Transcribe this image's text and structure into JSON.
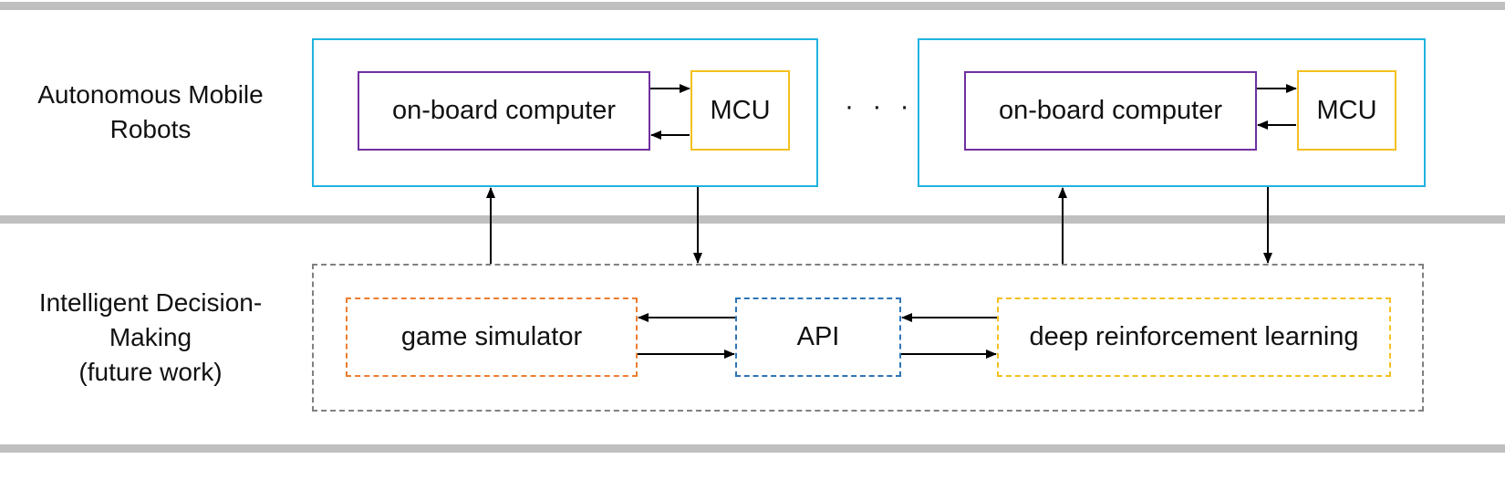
{
  "lanes": {
    "robots_label_line1": "Autonomous Mobile",
    "robots_label_line2": "Robots",
    "decision_label_line1": "Intelligent Decision-",
    "decision_label_line2": "Making",
    "decision_label_line3": "(future work)"
  },
  "robot_units": [
    {
      "computer": "on-board computer",
      "mcu": "MCU"
    },
    {
      "computer": "on-board computer",
      "mcu": "MCU"
    }
  ],
  "ellipsis": "· · ·",
  "decision_modules": {
    "simulator": "game simulator",
    "api": "API",
    "drl": "deep reinforcement learning"
  },
  "colors": {
    "robot_border": "#1fb3e0",
    "computer_border": "#7030a0",
    "mcu_border": "#f4c01e",
    "decision_border": "#808080",
    "simulator_border": "#ed7d31",
    "api_border": "#2e75b6",
    "drl_border": "#f4c01e",
    "band": "#bfbfbf"
  }
}
